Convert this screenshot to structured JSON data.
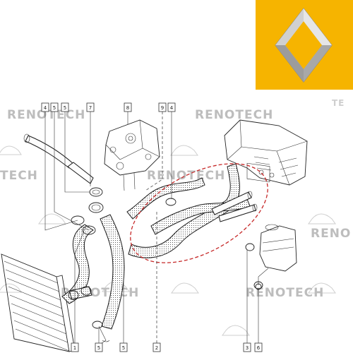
{
  "brand": {
    "logo_name": "renault-diamond-logo",
    "logo_bg_color": "#f6b400",
    "logo_diamond_color": "#d9d9d9"
  },
  "watermark": {
    "text": "RENOTECH",
    "color": "#c7c7c7",
    "partial_left": "TECH",
    "partial_right_1": "RENO",
    "partial_right_2": "TE"
  },
  "diagram": {
    "highlight_color": "#c62828",
    "callout_labels": [
      "4",
      "5",
      "5",
      "7",
      "8",
      "9",
      "4",
      "1",
      "5",
      "5",
      "2",
      "3",
      "6"
    ]
  }
}
